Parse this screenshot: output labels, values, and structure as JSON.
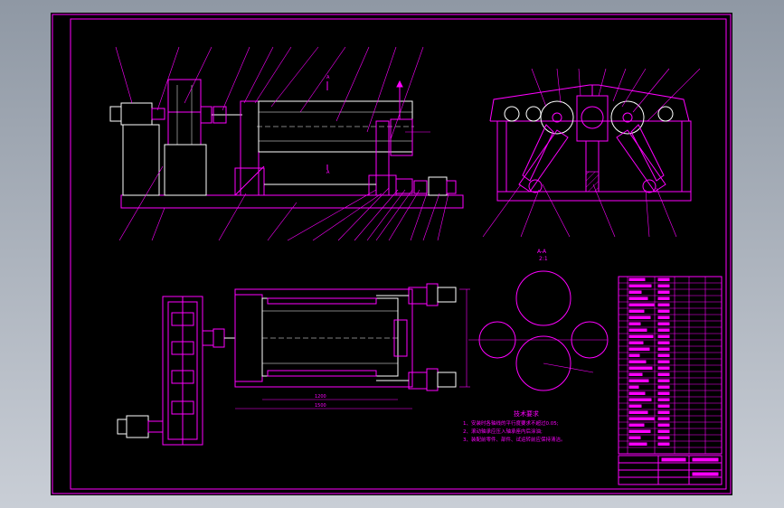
{
  "drawing": {
    "section_label": "A-A",
    "section_scale": "2:1",
    "notes_title": "技术要求",
    "notes": [
      "1、安装时各轴线的平行度要求不超过0.05;",
      "2、滚动轴承应压入轴承座内后涂油;",
      "3、装配前零件、部件、试运转前应保持清洁。"
    ],
    "section_mark": "A",
    "dim_inner": "1200",
    "dim_outer": "1500"
  }
}
